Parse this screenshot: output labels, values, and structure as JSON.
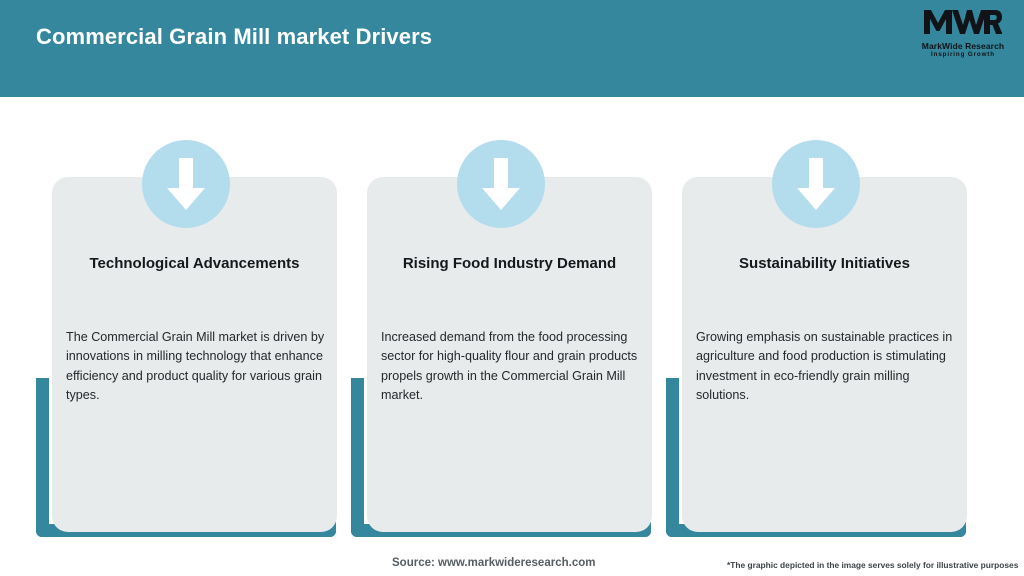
{
  "header": {
    "title": "Commercial Grain Mill market Drivers",
    "background_color": "#34879c",
    "title_color": "#ffffff"
  },
  "logo": {
    "mark": "MWR",
    "name": "MarkWide Research",
    "tagline": "Inspiring Growth"
  },
  "theme": {
    "accent": "#34879c",
    "card_background": "#e7ebec",
    "badge_background": "#b3dced",
    "arrow_color": "#ffffff",
    "body_text": "#24282b",
    "title_text": "#16191c"
  },
  "cards": [
    {
      "icon": "down-arrow-icon",
      "title": "Technological Advancements",
      "body": "The Commercial Grain Mill market is driven by innovations in milling technology that enhance efficiency and product quality for various grain types."
    },
    {
      "icon": "down-arrow-icon",
      "title": "Rising Food Industry Demand",
      "body": "Increased demand from the food processing sector for high-quality flour and grain products propels growth in the Commercial Grain Mill market."
    },
    {
      "icon": "down-arrow-icon",
      "title": "Sustainability Initiatives",
      "body": "Growing emphasis on sustainable practices in agriculture and food production is stimulating investment in eco-friendly grain milling solutions."
    }
  ],
  "footer": {
    "source": "Source: www.markwideresearch.com",
    "disclaimer": "*The graphic depicted in the image serves solely for illustrative purposes"
  }
}
